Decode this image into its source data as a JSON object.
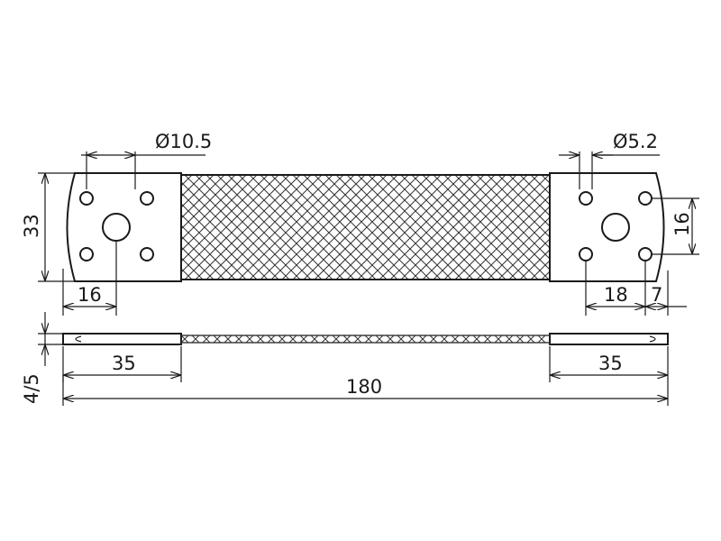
{
  "drawing": {
    "colors": {
      "line": "#1a1a1a",
      "background": "#ffffff"
    },
    "dimensions": {
      "hole_large_dia": "Ø10.5",
      "hole_small_dia": "Ø5.2",
      "height": "33",
      "hole_spacing_right": "16",
      "hole_offset_left": "16",
      "hole_offset_right": "18",
      "edge_offset_right": "7",
      "thickness": "4/5",
      "lug_length_left": "35",
      "lug_length_right": "35",
      "total_length": "180"
    }
  }
}
